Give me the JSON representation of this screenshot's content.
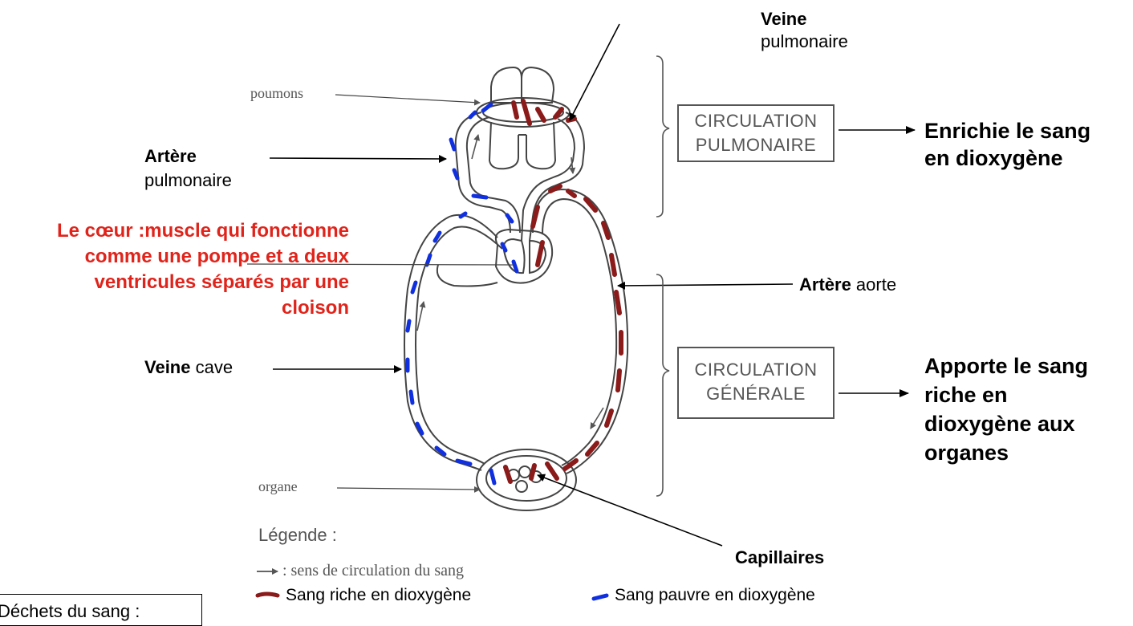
{
  "labels": {
    "poumons": "poumons",
    "organe": "organe",
    "veine_pulmonaire_bold": "Veine",
    "veine_pulmonaire_rest": "pulmonaire",
    "artere_pulmonaire_bold": "Artère",
    "artere_pulmonaire_rest": "pulmonaire",
    "coeur_lines": [
      "Le cœur :muscle qui fonctionne",
      "comme une pompe et a deux",
      "ventricules séparés par une",
      "cloison"
    ],
    "artere_aorte_bold": "Artère",
    "artere_aorte_rest": " aorte",
    "veine_cave_bold": "Veine",
    "veine_cave_rest": " cave",
    "capillaires": "Capillaires"
  },
  "boxes": {
    "pulmonaire": [
      "CIRCULATION",
      "PULMONAIRE"
    ],
    "generale": [
      "CIRCULATION",
      "GÉNÉRALE"
    ]
  },
  "descriptions": {
    "pulmonaire": [
      "Enrichie le sang",
      "en dioxygène"
    ],
    "generale": [
      "Apporte le sang",
      "riche en",
      "dioxygène aux",
      "organes"
    ]
  },
  "legend": {
    "title": "Légende :",
    "arrow_text": ": sens de circulation du sang",
    "rich": "Sang riche en dioxygène",
    "poor": "Sang pauvre en dioxygène"
  },
  "waste_box": "Déchets du sang :",
  "colors": {
    "rich": "#8b1a1a",
    "poor": "#1030e0",
    "coeur_text": "#e0241b",
    "vessel": "#444444"
  }
}
